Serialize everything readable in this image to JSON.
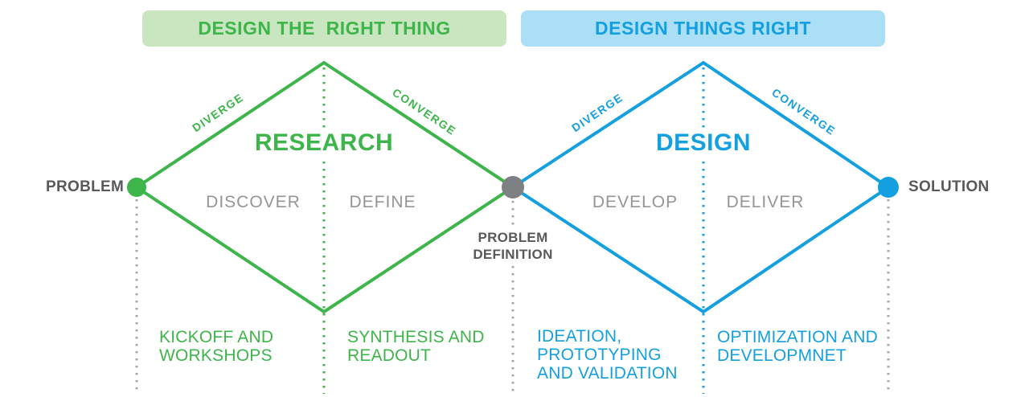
{
  "title": "Double Diamond design process diagram",
  "colors": {
    "green": "#3db54a",
    "green_header_bg": "#c9e6c1",
    "blue": "#14a0e0",
    "blue_header_bg": "#abdff5",
    "dark_gray": "#58595b",
    "phase_gray": "#939598",
    "center_node_gray": "#7e8083",
    "dotted_line_gray": "#a6a8ab"
  },
  "headers": {
    "left": "DESIGN THE  RIGHT THING",
    "right": "DESIGN THINGS RIGHT"
  },
  "nodes": {
    "problem": "PROBLEM",
    "problem_definition": [
      "PROBLEM",
      "DEFINITION"
    ],
    "solution": "SOLUTION"
  },
  "diamonds": [
    {
      "title": "RESEARCH",
      "diverge_label": "DIVERGE",
      "converge_label": "CONVERGE",
      "phases": [
        "DISCOVER",
        "DEFINE"
      ]
    },
    {
      "title": "DESIGN",
      "diverge_label": "DIVERGE",
      "converge_label": "CONVERGE",
      "phases": [
        "DEVELOP",
        "DELIVER"
      ]
    }
  ],
  "activities": [
    {
      "lines": [
        "KICKOFF AND",
        "WORKSHOPS"
      ]
    },
    {
      "lines": [
        "SYNTHESIS AND",
        "READOUT"
      ]
    },
    {
      "lines": [
        "IDEATION,",
        "PROTOTYPING",
        "AND VALIDATION"
      ]
    },
    {
      "lines": [
        "OPTIMIZATION AND",
        "DEVELOPMNET"
      ]
    }
  ]
}
